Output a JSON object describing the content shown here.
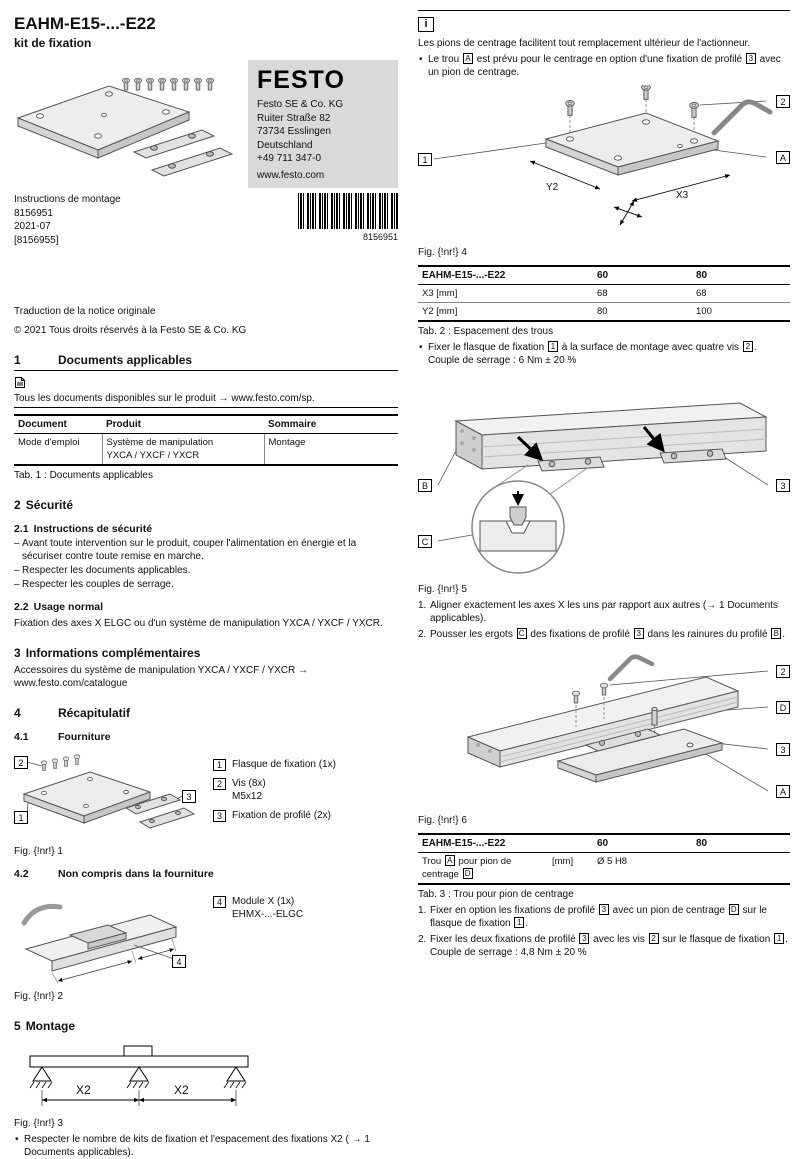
{
  "doc": {
    "title": "EAHM-E15-...-E22",
    "subtitle": "kit de fixation",
    "type": "Instructions de montage",
    "order_no": "8156951",
    "date": "2021-07",
    "alt_no": "[8156955]",
    "barcode_text": "8156951",
    "translation_note": "Traduction de la notice originale",
    "copyright": "© 2021 Tous droits réservés à la Festo SE & Co. KG"
  },
  "brand": {
    "logo": "FESTO",
    "address": [
      "Festo SE & Co. KG",
      "Ruiter Straße 82",
      "73734 Esslingen",
      "Deutschland",
      "+49 711 347-0"
    ],
    "website": "www.festo.com"
  },
  "s1": {
    "num": "1",
    "title": "Documents applicables",
    "note_text": "Tous les documents disponibles sur le produit",
    "note_arrow": "→",
    "note_link": "www.festo.com/sp.",
    "table": {
      "col1": "Document",
      "col2": "Produit",
      "col3": "Sommaire",
      "r1c1": "Mode d'emploi",
      "r1c2a": "Système de manipulation",
      "r1c2b": "YXCA / YXCF / YXCR",
      "r1c3": "Montage"
    },
    "caption": "Tab. 1 : Documents applicables"
  },
  "s2": {
    "num": "2",
    "title": "Sécurité",
    "sub1_num": "2.1",
    "sub1_title": "Instructions de sécurité",
    "items": [
      "Avant toute intervention sur le produit, couper l'alimentation en énergie et la sécuriser contre toute remise en marche.",
      "Respecter les documents applicables.",
      "Respecter les couples de serrage."
    ],
    "sub2_num": "2.2",
    "sub2_title": "Usage normal",
    "sub2_text": "Fixation des axes X ELGC ou d'un système de manipulation YXCA / YXCF / YXCR."
  },
  "s3": {
    "num": "3",
    "title": "Informations complémentaires",
    "text": "Accessoires du système de manipulation YXCA / YXCF / YXCR",
    "arrow": "→",
    "link": "www.festo.com/catalogue"
  },
  "s4": {
    "num": "4",
    "title": "Récapitulatif",
    "sub1_num": "4.1",
    "sub1_title": "Fourniture",
    "legend": [
      {
        "ref": "1",
        "line1": "Flasque de fixation (1x)"
      },
      {
        "ref": "2",
        "line1": "Vis (8x)",
        "line2": "M5x12"
      },
      {
        "ref": "3",
        "line1": "Fixation de profilé (2x)"
      }
    ],
    "fig1": {
      "c1": "1",
      "c2": "2",
      "c3": "3",
      "caption": "Fig. {!nr!} 1"
    },
    "sub2_num": "4.2",
    "sub2_title": "Non compris dans la fourniture",
    "legend2": [
      {
        "ref": "4",
        "line1": "Module X (1x)",
        "line2": "EHMX-...-ELGC"
      }
    ],
    "fig2": {
      "c4": "4",
      "caption": "Fig. {!nr!} 2"
    }
  },
  "s5": {
    "num": "5",
    "title": "Montage",
    "fig3": {
      "dim1": "X2",
      "dim2": "X2",
      "caption": "Fig. {!nr!} 3"
    },
    "bullet": "Respecter le nombre de kits de fixation et l'espacement des fixations X2 ( → 1 Documents applicables)."
  },
  "right": {
    "info": {
      "icon": "i",
      "text": "Les pions de centrage facilitent tout remplacement ultérieur de l'actionneur."
    },
    "bullet1": "Le trou [A] est prévu pour le centrage en option d'une fixation de profilé [3] avec un pion de centrage.",
    "fig4": {
      "c2": "2",
      "c1": "1",
      "cA": "A",
      "dimY": "Y2",
      "dimX": "X3",
      "caption": "Fig. {!nr!} 4"
    },
    "tab2": {
      "h1": "EAHM-E15-...-E22",
      "h2": "60",
      "h3": "80",
      "rows": [
        {
          "label": "X3 [mm]",
          "v60": "68",
          "v80": "68"
        },
        {
          "label": "Y2 [mm]",
          "v60": "80",
          "v80": "100"
        }
      ],
      "caption": "Tab. 2 : Espacement des trous"
    },
    "step_fix_plate": "Fixer le flasque de fixation [1] à la surface de montage avec quatre vis [2].",
    "step_fix_plate_torque": "Couple de serrage : 6 Nm ± 20 %",
    "fig5": {
      "cB": "B",
      "cC": "C",
      "c3": "3",
      "caption": "Fig. {!nr!} 5"
    },
    "steps5": [
      {
        "num": "1.",
        "text": "Aligner exactement les axes X les uns par rapport aux autres (→ 1 Documents applicables)."
      },
      {
        "num": "2.",
        "text": "Pousser les ergots [C] des fixations de profilé [3] dans les rainures du profilé [B]."
      }
    ],
    "fig6": {
      "c2": "2",
      "cD": "D",
      "c3": "3",
      "cA": "A",
      "caption": "Fig. {!nr!} 6"
    },
    "tab3": {
      "h1": "EAHM-E15-...-E22",
      "h2": "60",
      "h3": "80",
      "row_label": "Trou [A] pour pion de centrage [D]",
      "row_unit": "[mm]",
      "row_value": "Ø 5 H8",
      "caption": "Tab. 3 : Trou pour pion de centrage"
    },
    "steps6": [
      {
        "num": "1.",
        "text": "Fixer en option les fixations de profilé [3] avec un pion de centrage [D] sur le flasque de fixation [1]."
      },
      {
        "num": "2.",
        "text": "Fixer les deux fixations de profilé [3] avec les vis [2] sur le flasque de fixation [1]. Couple de serrage : 4,8 Nm ± 20 %"
      }
    ]
  }
}
